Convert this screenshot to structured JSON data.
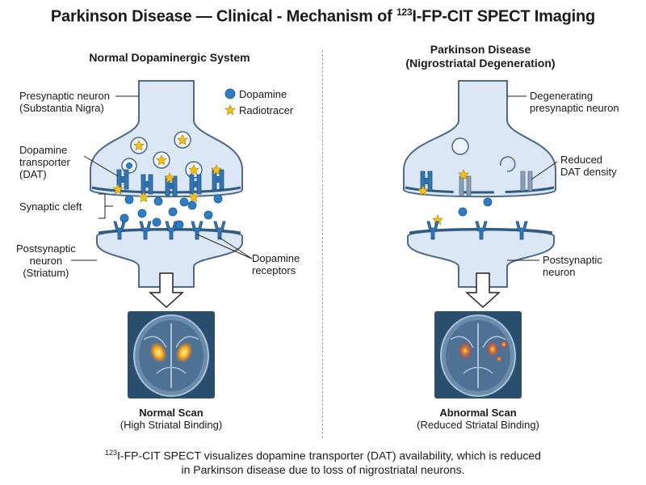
{
  "title": {
    "prefix": "Parkinson Disease — Clinical - Mechanism of ",
    "sup": "123",
    "suffix": "I-FP-CIT SPECT Imaging"
  },
  "left_panel": {
    "heading": "Normal Dopaminergic System",
    "labels": {
      "presynaptic_1": "Presynaptic neuron",
      "presynaptic_2": "(Substantia Nigra)",
      "dat_1": "Dopamine",
      "dat_2": "transporter",
      "dat_3": "(DAT)",
      "cleft": "Synaptic cleft",
      "post_1": "Postsynaptic",
      "post_2": "neuron",
      "post_3": "(Striatum)",
      "receptors_1": "Dopamine",
      "receptors_2": "receptors"
    },
    "legend": {
      "dopamine": "Dopamine",
      "radiotracer": "Radiotracer"
    },
    "scan_title": "Normal Scan",
    "scan_subtitle": "(High Striatal Binding)"
  },
  "right_panel": {
    "heading_1": "Parkinson Disease",
    "heading_2": "(Nigrostriatal Degeneration)",
    "labels": {
      "degen_1": "Degenerating",
      "degen_2": "presynaptic neuron",
      "reduced_1": "Reduced",
      "reduced_2": "DAT density",
      "post_1": "Postsynaptic",
      "post_2": "neuron"
    },
    "scan_title": "Abnormal Scan",
    "scan_subtitle": "(Reduced Striatal Binding)"
  },
  "footer": {
    "sup": "123",
    "line1": "I-FP-CIT SPECT visualizes dopamine transporter (DAT) availability, which is reduced",
    "line2": "in Parkinson disease due to loss of nigrostriatal neurons."
  },
  "colors": {
    "neuron_fill": "#dbe7f4",
    "neuron_stroke": "#4d6a86",
    "dopamine": "#2f7bc4",
    "radiotracer": "#f2c11b",
    "dat": "#2a6faa",
    "scan_bg": "#2a4e6e"
  }
}
